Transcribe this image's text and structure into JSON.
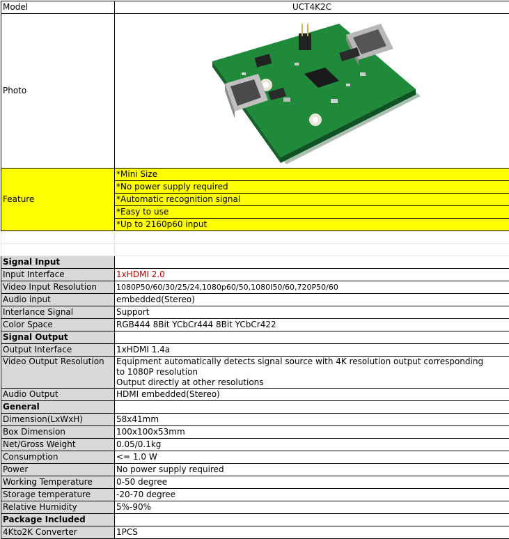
{
  "model": {
    "label": "Model",
    "value": "UCT4K2C"
  },
  "photo": {
    "label": "Photo"
  },
  "feature": {
    "label": "Feature",
    "items": [
      "*Mini Size",
      "*No power supply required",
      "*Automatic recognition signal",
      "*Easy to use",
      "*Up to 2160p60 input"
    ]
  },
  "signal_input": {
    "title": "Signal Input",
    "rows": [
      {
        "label": "Input Interface",
        "value": "1xHDMI 2.0"
      },
      {
        "label": "Video Input Resolution",
        "value": "1080P50/60/30/25/24,1080p60/50,1080I50/60,720P50/60"
      },
      {
        "label": "Audio input",
        "value": "embedded(Stereo)"
      },
      {
        "label": "Interlance Signal",
        "value": "Support"
      },
      {
        "label": "Color Space",
        "value": "RGB444 8Bit  YCbCr444 8Bit YCbCr422"
      }
    ]
  },
  "signal_output": {
    "title": "Signal Output",
    "rows": [
      {
        "label": "Output Interface",
        "value": "1xHDMI 1.4a"
      },
      {
        "label": "Video Output Resolution",
        "lines": [
          "Equipment automatically detects signal source with 4K resolution output corresponding",
          "to 1080P resolution",
          "Output directly at other resolutions"
        ]
      },
      {
        "label": "Audio Output",
        "value": "HDMI embedded(Stereo)"
      }
    ]
  },
  "general": {
    "title": "General",
    "rows": [
      {
        "label": "Dimension(LxWxH)",
        "value": "58x41mm"
      },
      {
        "label": "Box Dimension",
        "value": "100x100x53mm"
      },
      {
        "label": "Net/Gross Weight",
        "value": "0.05/0.1kg"
      },
      {
        "label": "Consumption",
        "value": "<= 1.0 W"
      },
      {
        "label": "Power",
        "value": "No power supply required"
      },
      {
        "label": "Working Temperature",
        "value": "0-50 degree"
      },
      {
        "label": "Storage temperature",
        "value": "-20-70 degree"
      },
      {
        "label": "Relative Humidity",
        "value": "5%-90%"
      }
    ]
  },
  "package": {
    "title": "Package Included",
    "rows": [
      {
        "label": "4Kto2K Converter",
        "value": "1PCS"
      }
    ]
  },
  "colors": {
    "feature_bg": "#ffff00",
    "label_bg": "#d9d9d9",
    "pcb": "#1e8a3a",
    "highlight_text": "#c00000"
  }
}
